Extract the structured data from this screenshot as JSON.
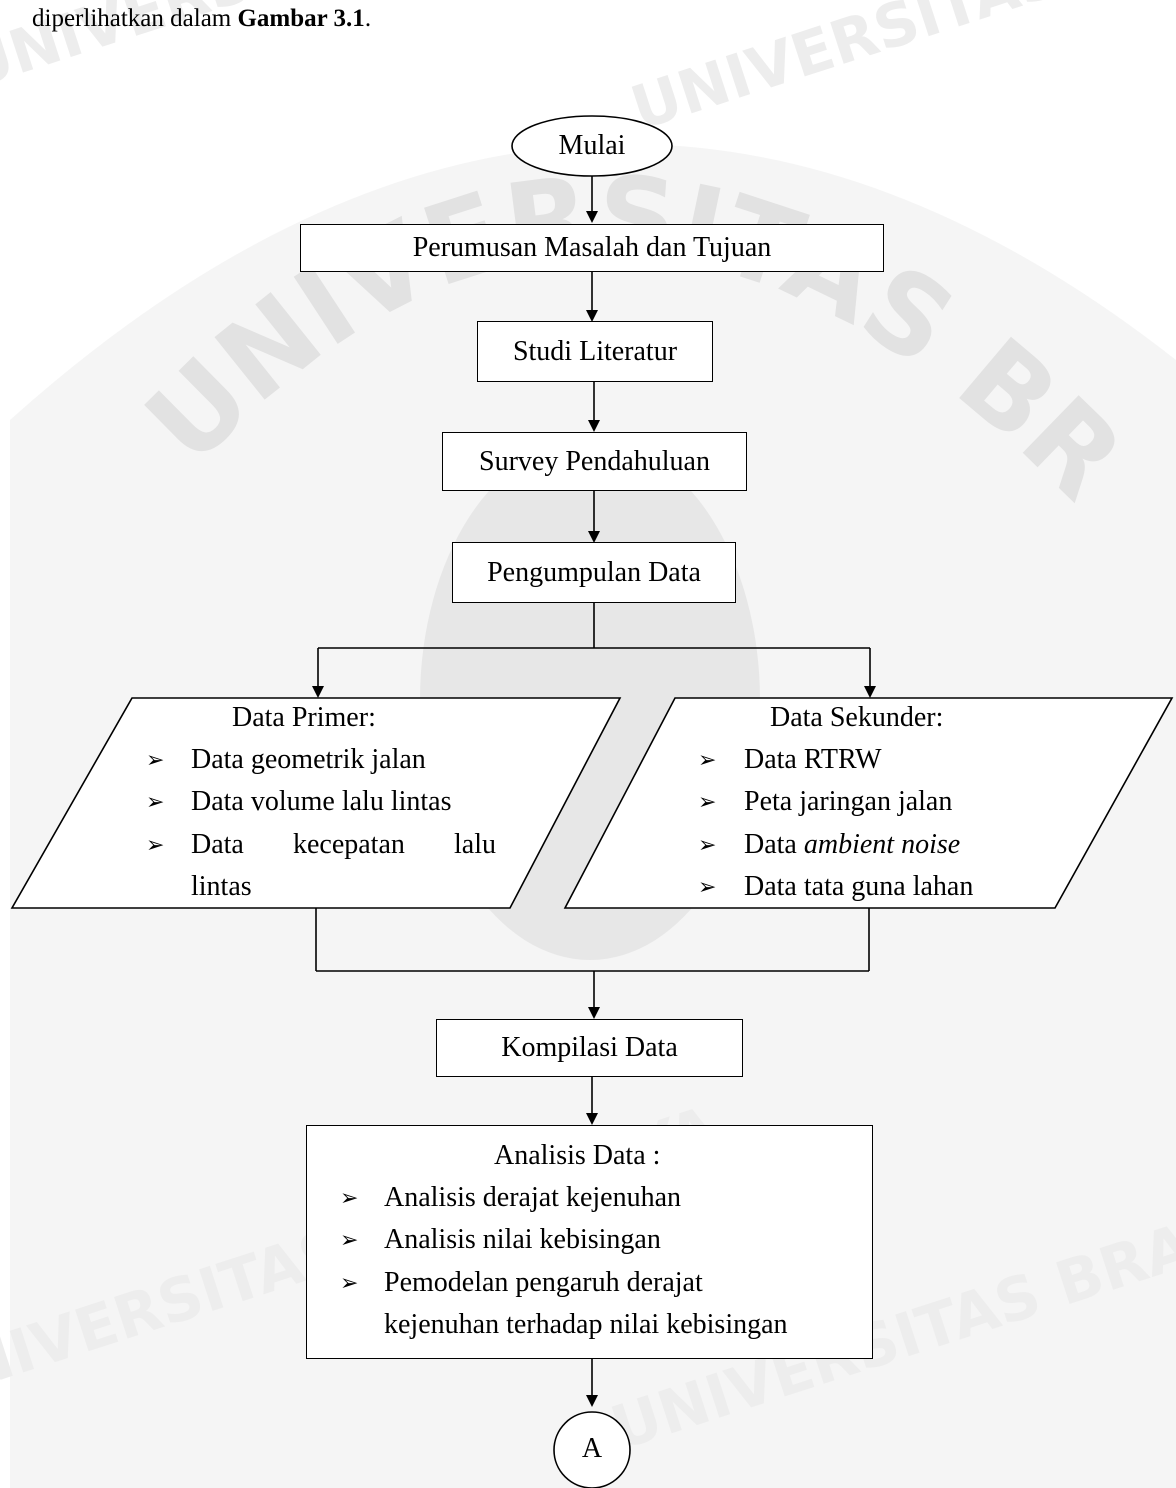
{
  "intro": {
    "text": "diperlihatkan dalam ",
    "bold": "Gambar 3.1",
    "end": "."
  },
  "watermark": {
    "arc_text": "UNIVERSITAS BRAWIJAYA",
    "pattern_text": "UNIVERSITAS BRAWIJAYA"
  },
  "flowchart": {
    "start": "Mulai",
    "step1": "Perumusan Masalah dan Tujuan",
    "step2": "Studi Literatur",
    "step3": "Survey Pendahuluan",
    "step4": "Pengumpulan Data",
    "primer": {
      "title": "Data Primer:",
      "items": [
        "Data geometrik jalan",
        "Data volume lalu lintas",
        "Data kecepatan lalu lintas"
      ],
      "item3_words": [
        "Data",
        "kecepatan",
        "lalu"
      ],
      "item3_wrap": "lintas"
    },
    "sekunder": {
      "title": "Data Sekunder:",
      "items": [
        "Data RTRW",
        "Peta jaringan jalan",
        "Data ambient noise",
        "Data tata guna lahan"
      ],
      "item3_prefix": "Data ",
      "item3_italic": "ambient noise"
    },
    "step5": "Kompilasi Data",
    "analisis": {
      "title": "Analisis Data :",
      "items": [
        "Analisis derajat kejenuhan",
        "Analisis nilai kebisingan",
        "Pemodelan pengaruh derajat kejenuhan terhadap nilai kebisingan"
      ],
      "item3_line1": "Pemodelan pengaruh derajat",
      "item3_line2": "kejenuhan terhadap nilai kebisingan"
    },
    "connector": "A",
    "bullet": "➢"
  }
}
